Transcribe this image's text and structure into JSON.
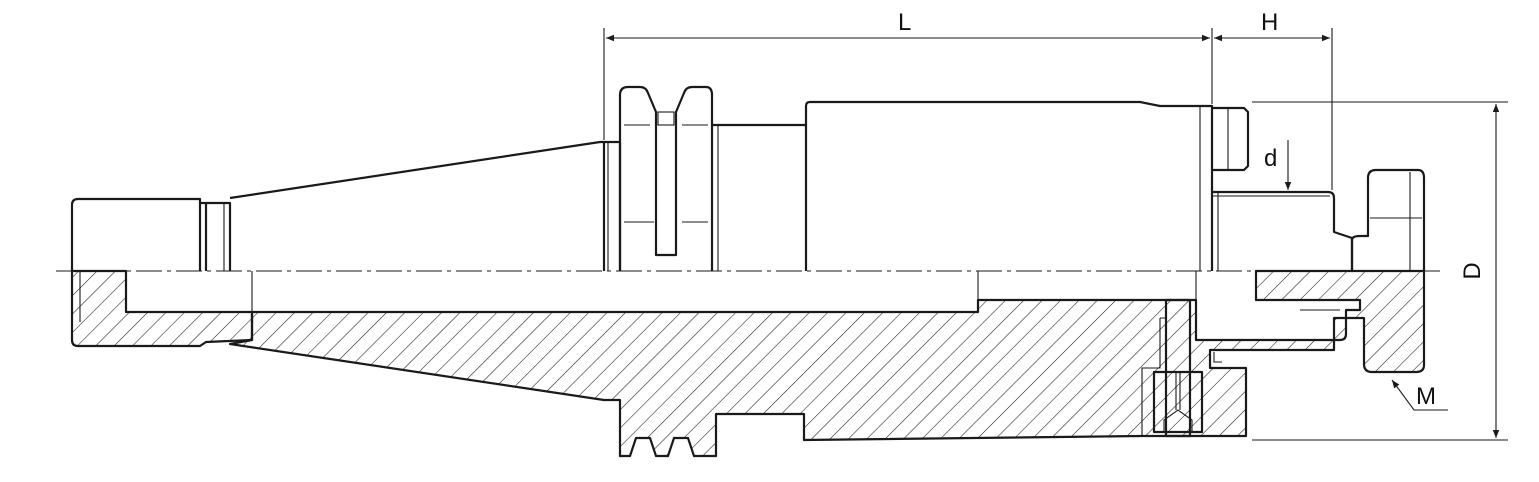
{
  "dimensions": {
    "L": "L",
    "H": "H",
    "D": "D",
    "d": "d",
    "M": "M"
  },
  "colors": {
    "line": "#1a1a1a",
    "background": "#ffffff"
  }
}
